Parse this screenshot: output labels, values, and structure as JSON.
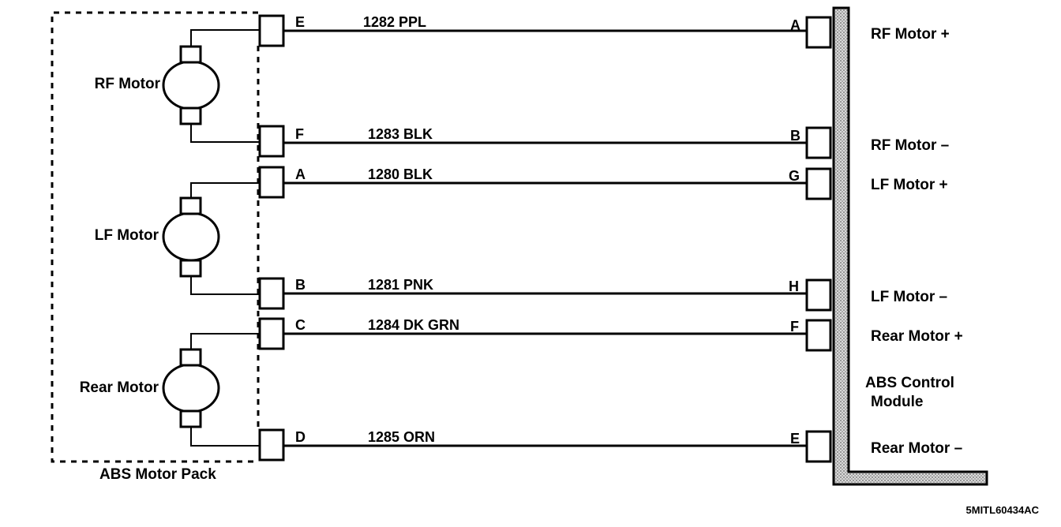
{
  "pack": {
    "label": "ABS Motor Pack",
    "motors": [
      {
        "label": "RF Motor"
      },
      {
        "label": "LF Motor"
      },
      {
        "label": "Rear Motor"
      }
    ]
  },
  "circuits": [
    {
      "pack_pin": "E",
      "wire": "1282 PPL",
      "module_pin": "A",
      "module_label": "RF Motor +"
    },
    {
      "pack_pin": "F",
      "wire": "1283 BLK",
      "module_pin": "B",
      "module_label": "RF Motor –"
    },
    {
      "pack_pin": "A",
      "wire": "1280 BLK",
      "module_pin": "G",
      "module_label": "LF Motor +"
    },
    {
      "pack_pin": "B",
      "wire": "1281 PNK",
      "module_pin": "H",
      "module_label": "LF Motor –"
    },
    {
      "pack_pin": "C",
      "wire": "1284 DK GRN",
      "module_pin": "F",
      "module_label": "Rear Motor +"
    },
    {
      "pack_pin": "D",
      "wire": "1285 ORN",
      "module_pin": "E",
      "module_label": "Rear Motor –"
    }
  ],
  "module": {
    "label_line1": "ABS Control",
    "label_line2": "Module"
  },
  "figure_id": "5MITL60434AC"
}
